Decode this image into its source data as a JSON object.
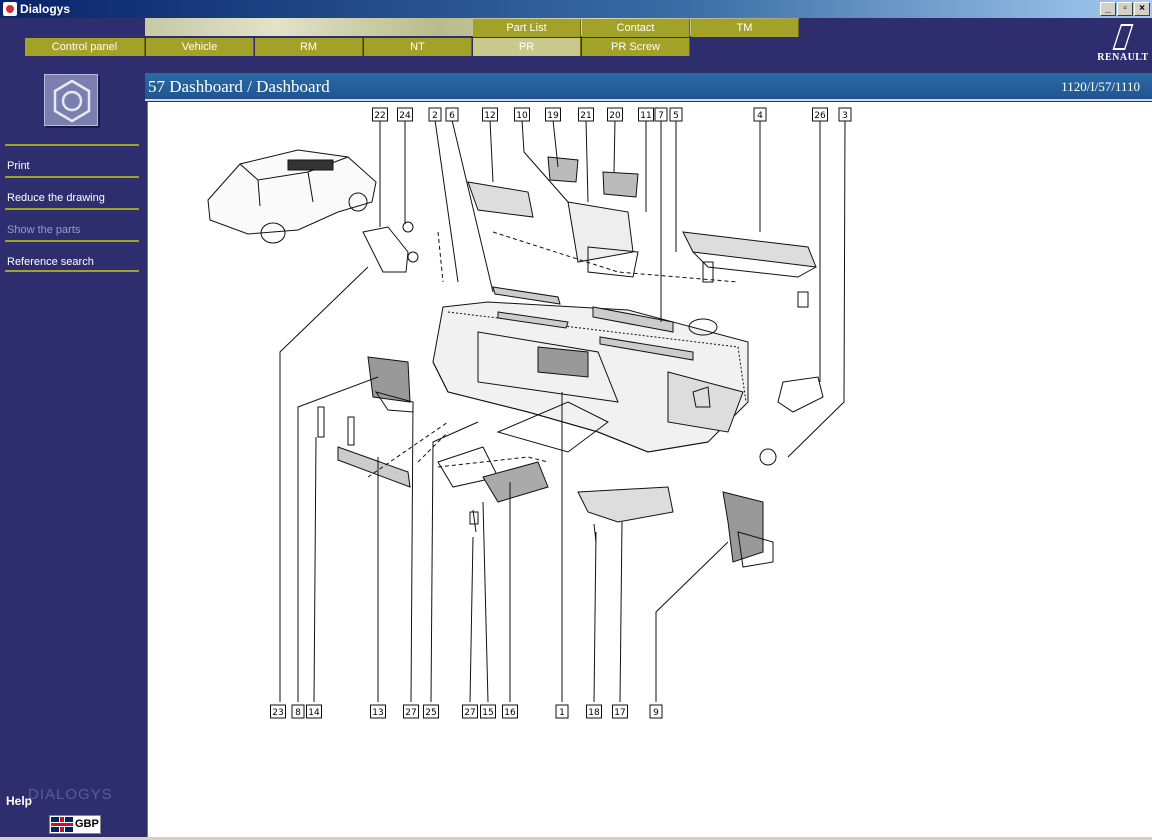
{
  "window": {
    "title": "Dialogys"
  },
  "tabs_top": [
    {
      "label": "Part List"
    },
    {
      "label": "Contact"
    },
    {
      "label": "TM"
    }
  ],
  "tabs_bottom": [
    {
      "label": "Control panel"
    },
    {
      "label": "Vehicle"
    },
    {
      "label": "RM"
    },
    {
      "label": "NT"
    },
    {
      "label": "PR",
      "active": true
    },
    {
      "label": "PR Screw"
    }
  ],
  "brand": {
    "name": "RENAULT"
  },
  "sidebar": {
    "items": [
      {
        "label": "Print",
        "enabled": true
      },
      {
        "label": "Reduce the drawing",
        "enabled": true
      },
      {
        "label": "Show the parts",
        "enabled": false
      },
      {
        "label": "Reference search",
        "enabled": true
      }
    ],
    "help_label": "Help",
    "watermark": "DIALOGYS",
    "language": "GBP"
  },
  "content": {
    "title": "57 Dashboard / Dashboard",
    "reference": "1120/I/57/1110"
  },
  "drawing": {
    "top_labels": [
      "22",
      "24",
      "2",
      "6",
      "12",
      "10",
      "19",
      "21",
      "20",
      "11",
      "7",
      "5",
      "4",
      "26",
      "3"
    ],
    "bottom_labels": [
      "23",
      "8",
      "14",
      "13",
      "27",
      "25",
      "27",
      "15",
      "16",
      "1",
      "18",
      "17",
      "9"
    ]
  },
  "colors": {
    "frame": "#2e2e6e",
    "tab": "#a3a228",
    "header": "#1f5590"
  }
}
